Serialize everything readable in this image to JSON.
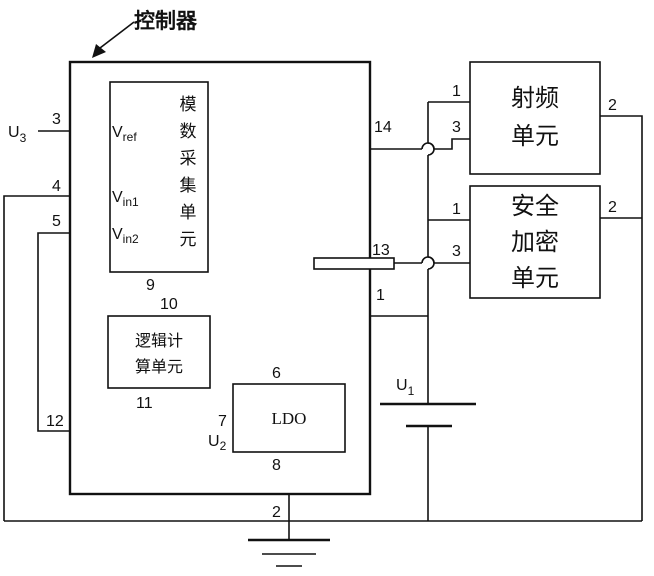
{
  "title": "控制器",
  "blocks": {
    "adc": {
      "chars": [
        "模",
        "数",
        "采",
        "集",
        "单",
        "元"
      ]
    },
    "logic": {
      "line1": "逻辑计",
      "line2": "算单元"
    },
    "ldo": {
      "label": "LDO"
    },
    "rf": {
      "line1": "射频",
      "line2": "单元"
    },
    "security": {
      "line1": "安全",
      "line2": "加密",
      "line3": "单元"
    }
  },
  "signals": {
    "u3": {
      "main": "U",
      "sub": "3"
    },
    "vref": {
      "main": "V",
      "sub": "ref"
    },
    "vin1": {
      "main": "V",
      "sub": "in1"
    },
    "vin2": {
      "main": "V",
      "sub": "in2"
    },
    "u2": {
      "main": "U",
      "sub": "2"
    },
    "u1": {
      "main": "U",
      "sub": "1"
    }
  },
  "pins": {
    "p1": "1",
    "p2": "2",
    "p3": "3",
    "p4": "4",
    "p5": "5",
    "p6": "6",
    "p7": "7",
    "p8": "8",
    "p9": "9",
    "p10": "10",
    "p11": "11",
    "p12": "12",
    "p13": "13",
    "p14": "14",
    "rf_1": "1",
    "rf_2": "2",
    "rf_3": "3",
    "sec_1": "1",
    "sec_2": "2",
    "sec_3": "3"
  }
}
